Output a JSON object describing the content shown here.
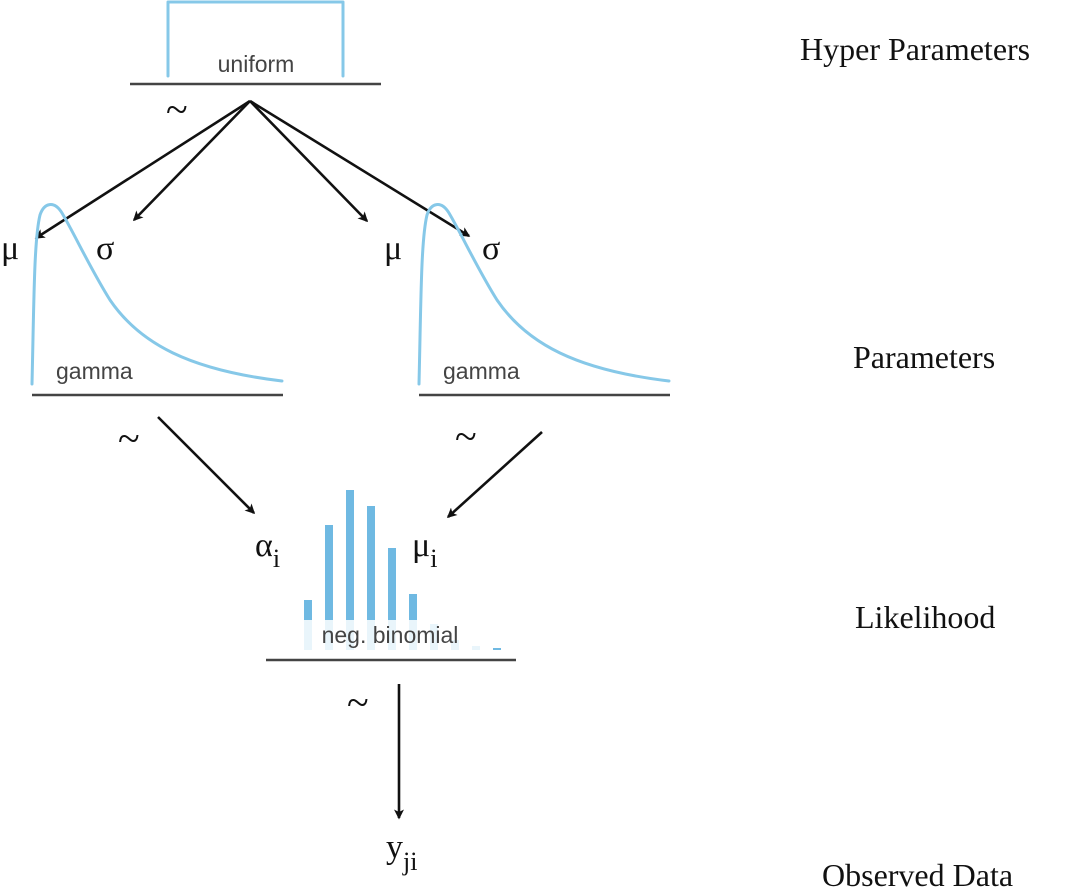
{
  "colors": {
    "curve": "#86c8e8",
    "bar": "#6fb9e2",
    "line": "#444444",
    "arrow": "#111111"
  },
  "levels": {
    "hyper": "Hyper Parameters",
    "params": "Parameters",
    "likelihood": "Likelihood",
    "observed": "Observed Data"
  },
  "nodes": {
    "uniform": "uniform",
    "gamma_left": "gamma",
    "gamma_right": "gamma",
    "negbin": "neg. binomial"
  },
  "symbols": {
    "mu_left": "μ",
    "sigma_left": "σ",
    "mu_right": "μ",
    "sigma_right": "σ",
    "alpha": "α",
    "alpha_sub": "i",
    "mu_i": "μ",
    "mu_i_sub": "i",
    "y": "y",
    "y_sub": "ji"
  },
  "tilde": "~"
}
